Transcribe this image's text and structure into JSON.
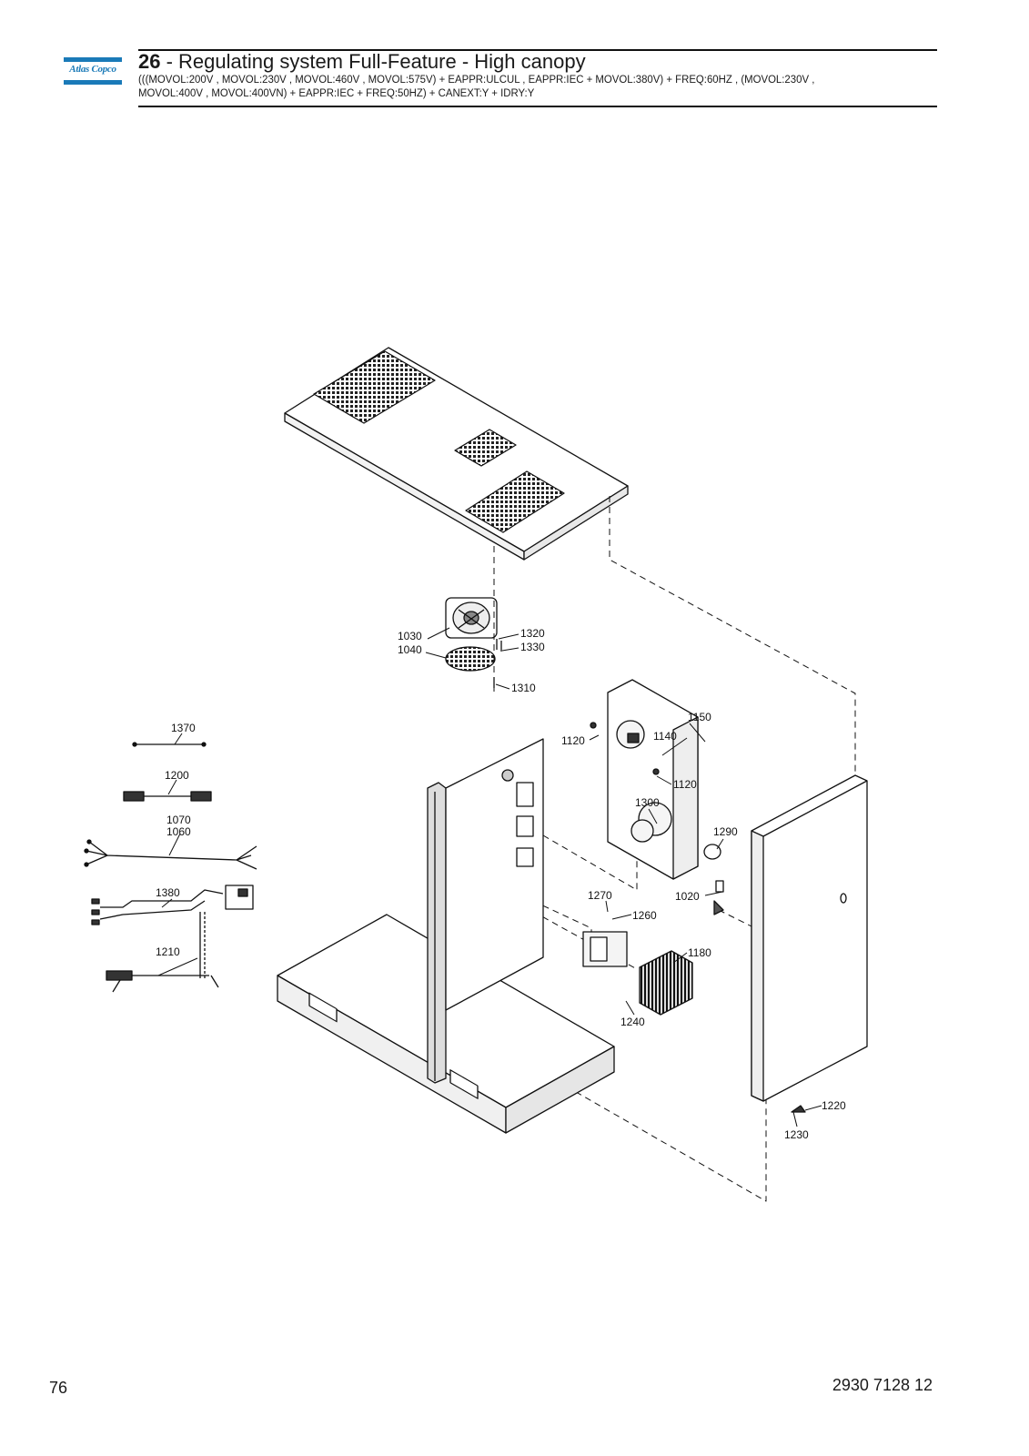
{
  "header": {
    "brand": "Atlas Copco",
    "section_number": "26",
    "title": " - Regulating system Full-Feature - High canopy",
    "condition_line1": "(((MOVOL:200V , MOVOL:230V , MOVOL:460V , MOVOL:575V) + EAPPR:ULCUL , EAPPR:IEC + MOVOL:380V) + FREQ:60HZ , (MOVOL:230V ,",
    "condition_line2": "MOVOL:400V , MOVOL:400VN) + EAPPR:IEC + FREQ:50HZ) + CANEXT:Y + IDRY:Y"
  },
  "callouts": [
    "1030",
    "1040",
    "1320",
    "1330",
    "1310",
    "1370",
    "1200",
    "1070",
    "1060",
    "1380",
    "1210",
    "1120",
    "1140",
    "1150",
    "1120",
    "1300",
    "1290",
    "1270",
    "1260",
    "1020",
    "1180",
    "1240",
    "1220",
    "1230"
  ],
  "footer": {
    "page_number": "76",
    "document_number": "2930 7128 12"
  }
}
